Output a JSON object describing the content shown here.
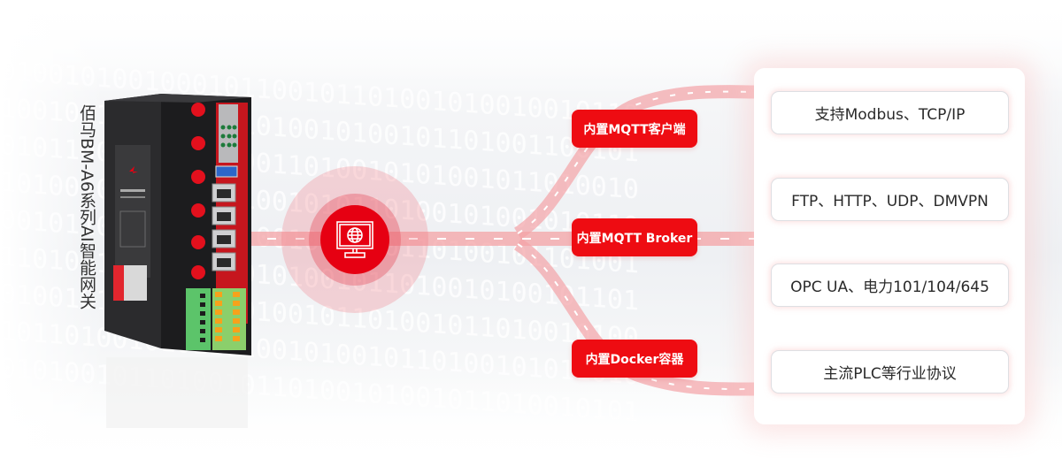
{
  "title": {
    "vertical_text": "佰马BM-A6系列AI智能网关"
  },
  "hub": {
    "icon": "monitor-globe-icon",
    "color": "#e60012"
  },
  "features": [
    {
      "label": "内置MQTT客户端"
    },
    {
      "label": "内置MQTT Broker"
    },
    {
      "label": "内置Docker容器"
    }
  ],
  "protocols": [
    {
      "label": "支持Modbus、TCP/IP"
    },
    {
      "label": "FTP、HTTP、UDP、DMVPN"
    },
    {
      "label": "OPC UA、电力101/104/645"
    },
    {
      "label": "主流PLC等行业协议"
    }
  ],
  "colors": {
    "accent_red": "#ee0c12",
    "road_pink": "#f4a3a6",
    "panel_border": "#dedfe3",
    "text_dark": "#2a2a2a"
  }
}
